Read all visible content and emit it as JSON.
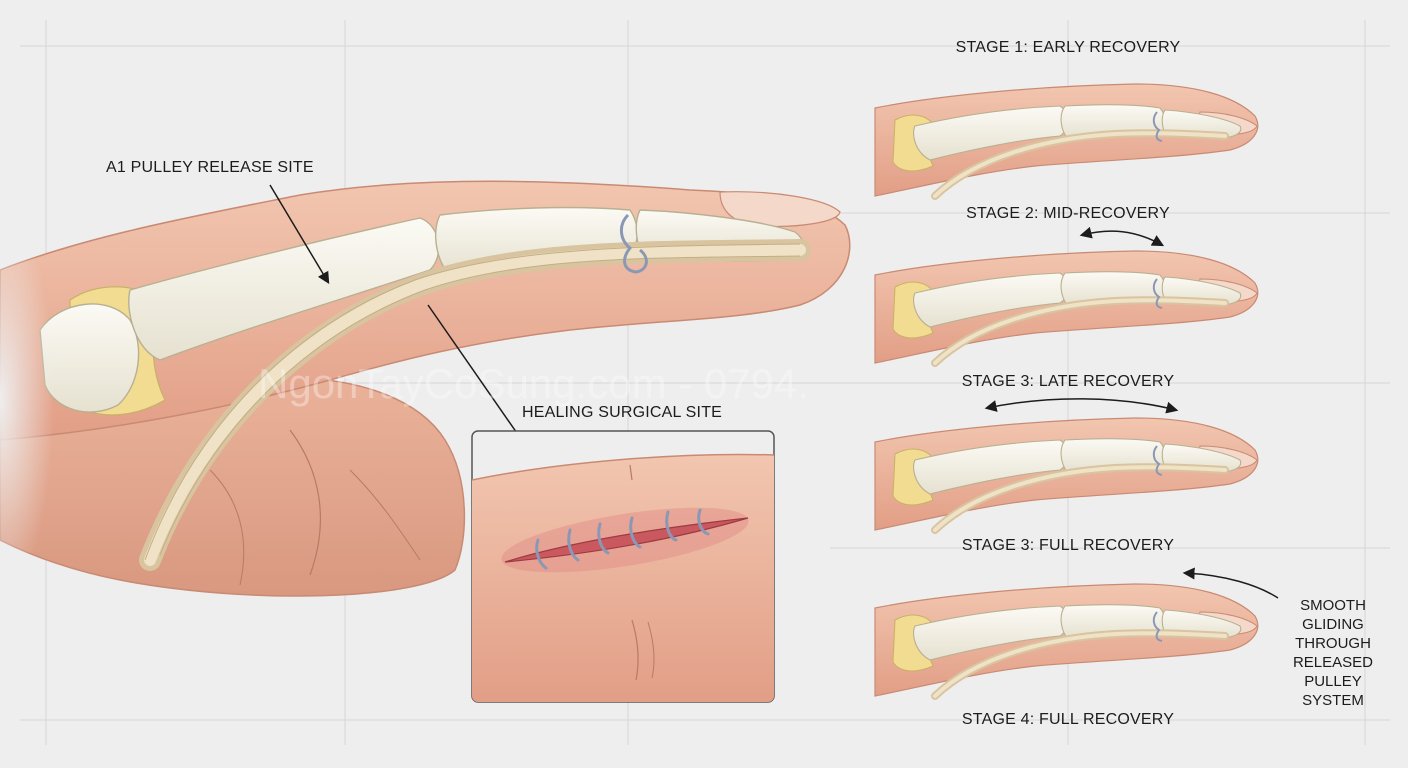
{
  "labels": {
    "pulley_site": "A1 PULLEY RELEASE SITE",
    "healing_site": "HEALING SURGICAL SITE"
  },
  "stages": [
    {
      "label": "STAGE 1: EARLY RECOVERY"
    },
    {
      "label": "STAGE 2: MID-RECOVERY"
    },
    {
      "label": "STAGE 3: LATE RECOVERY"
    },
    {
      "label": "STAGE 3: FULL RECOVERY"
    },
    {
      "label": "STAGE 4: FULL RECOVERY"
    }
  ],
  "note_lines": [
    "SMOOTH",
    "GLIDING",
    "THROUGH",
    "RELEASED",
    "PULLEY SYSTEM"
  ],
  "watermark": "NgonTayCoSung.com - 0794.",
  "colors": {
    "skin": "#eab29a",
    "skin_light": "#f3cdb8",
    "skin_outline": "#c98a73",
    "bone": "#f4f1e6",
    "bone_outline": "#b9b092",
    "cartilage": "#f2dc92",
    "tendon": "#e3d3b4",
    "suture": "#8a98b5",
    "incision": "#c9595f",
    "grid": "#d6d6d6"
  }
}
